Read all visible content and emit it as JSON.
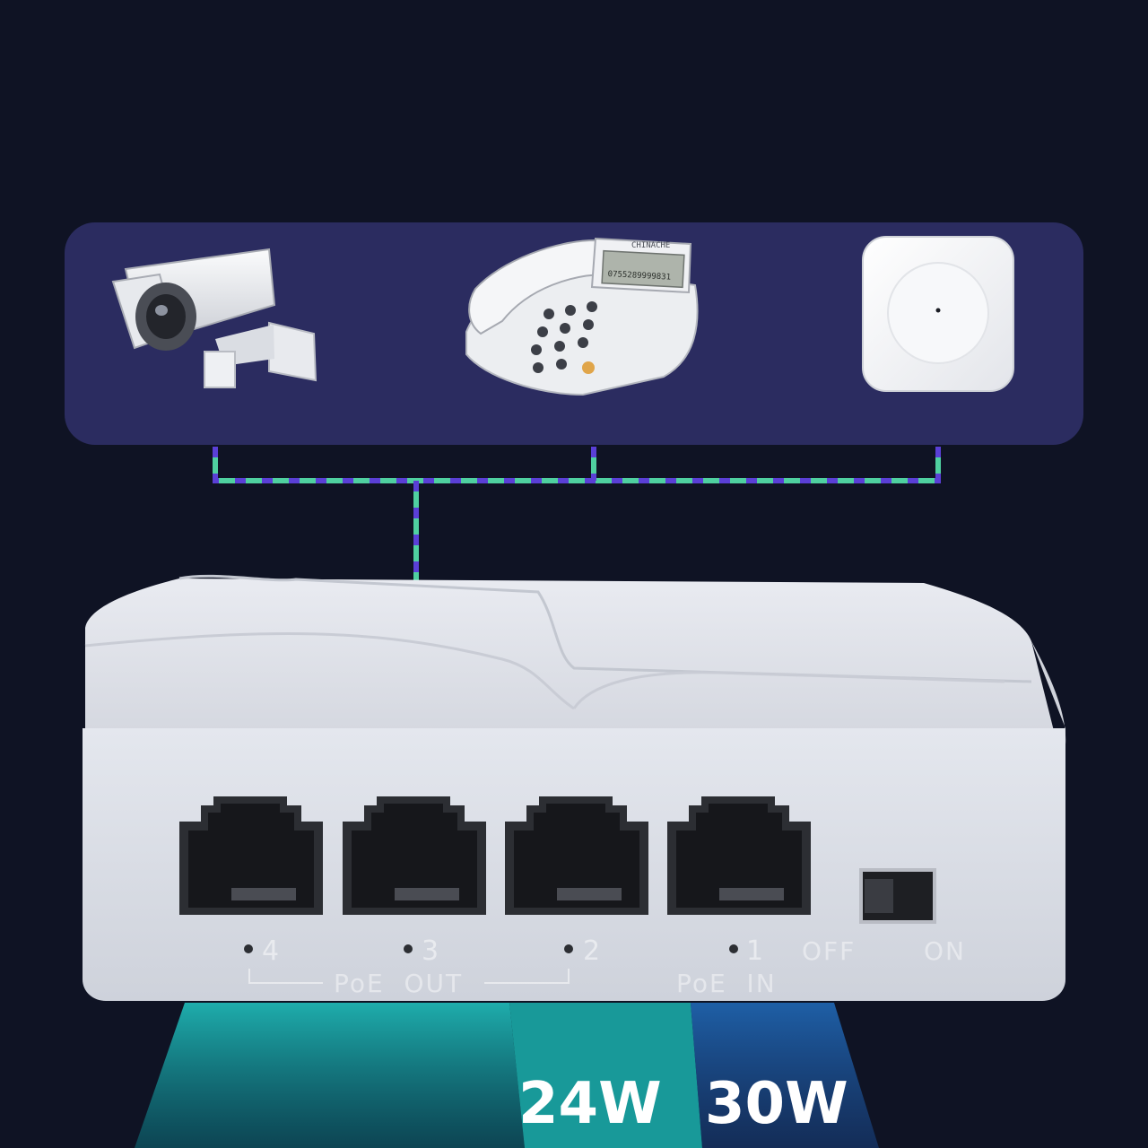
{
  "devices": [
    {
      "name": "ip-camera",
      "icon": "security-camera-icon"
    },
    {
      "name": "voip-phone",
      "icon": "desk-phone-icon",
      "brand": "CHINACHE",
      "display": "0755289999831"
    },
    {
      "name": "access-point",
      "icon": "wireless-access-point-icon"
    }
  ],
  "switch": {
    "ports": [
      {
        "label": "4"
      },
      {
        "label": "3"
      },
      {
        "label": "2"
      },
      {
        "label": "1"
      }
    ],
    "poe_out_label": "PoE  OUT",
    "poe_in_label": "PoE  IN",
    "switch_off_label": "OFF",
    "switch_on_label": "ON"
  },
  "power": {
    "out_label": "24W",
    "in_label": "30W"
  },
  "colors": {
    "background": "#0f1324",
    "panel": "#2b2c60",
    "cable_green": "#4fd0a0",
    "cable_purple": "#5a3fd6",
    "beam_teal": "#17a8a8",
    "beam_blue": "#1f5fa8",
    "switch_body": "#dfe2ea"
  }
}
